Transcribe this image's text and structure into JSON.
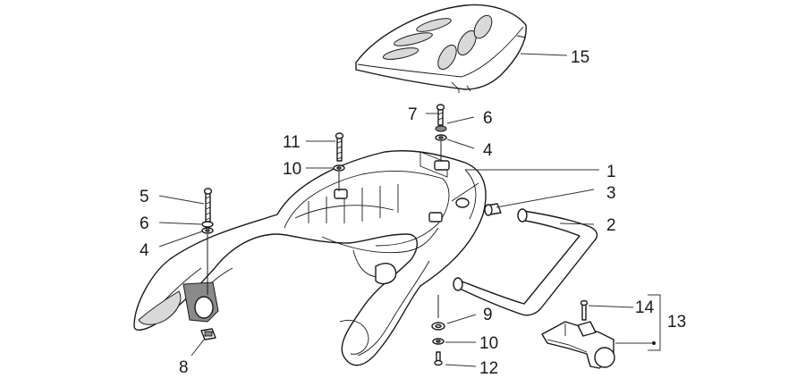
{
  "callouts": [
    {
      "id": "c15",
      "label": "15"
    },
    {
      "id": "c7",
      "label": "7"
    },
    {
      "id": "c6a",
      "label": "6"
    },
    {
      "id": "c11",
      "label": "11"
    },
    {
      "id": "c4a",
      "label": "4"
    },
    {
      "id": "c10a",
      "label": "10"
    },
    {
      "id": "c1",
      "label": "1"
    },
    {
      "id": "c3",
      "label": "3"
    },
    {
      "id": "c5",
      "label": "5"
    },
    {
      "id": "c6b",
      "label": "6"
    },
    {
      "id": "c2",
      "label": "2"
    },
    {
      "id": "c4b",
      "label": "4"
    },
    {
      "id": "c14",
      "label": "14"
    },
    {
      "id": "c13",
      "label": "13"
    },
    {
      "id": "c9",
      "label": "9"
    },
    {
      "id": "c10b",
      "label": "10"
    },
    {
      "id": "c8",
      "label": "8"
    },
    {
      "id": "c12",
      "label": "12"
    }
  ]
}
